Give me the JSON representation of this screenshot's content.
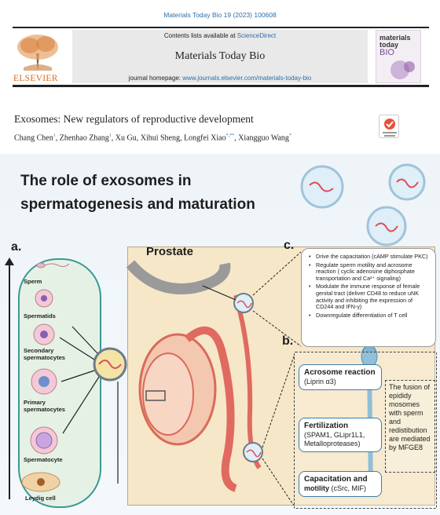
{
  "header": {
    "journal_ref": "Materials Today Bio 19 (2023) 100608",
    "contents_prefix": "Contents lists available at ",
    "contents_link": "ScienceDirect",
    "journal_title": "Materials Today Bio",
    "homepage_prefix": "journal homepage: ",
    "homepage_url": "www.journals.elsevier.com/materials-today-bio",
    "publisher": "ELSEVIER",
    "cover_line1": "materials",
    "cover_line2": "today",
    "cover_line3": "BIO"
  },
  "article": {
    "title": "Exosomes: New regulators of reproductive development",
    "authors": [
      {
        "name": "Chang Chen",
        "sup": "1"
      },
      {
        "name": "Zhenhao Zhang",
        "sup": "1"
      },
      {
        "name": "Xu Gu",
        "sup": ""
      },
      {
        "name": "Xihui Sheng",
        "sup": ""
      },
      {
        "name": "Longfei Xiao",
        "sup": "*,**"
      },
      {
        "name": "Xiangguo Wang",
        "sup": "*"
      }
    ],
    "check_badge": "Check for updates"
  },
  "abstract_figure": {
    "title_line1": "The role of exosomes in",
    "title_line2": "spermatogenesis and maturation",
    "label_a": "a.",
    "label_b": "b.",
    "label_c": "c.",
    "prostate": "Prostate",
    "cells": {
      "sperm": "Sperm",
      "spermatids": "Spermatids",
      "secondary": "Secondary spermatocytes",
      "primary": "Primary spermatocytes",
      "spermatocyte": "Spermatocyte",
      "leydig": "Leydig cell"
    },
    "panel_c_items": [
      "Drive the capacitation (cAMP stimulate PKC)",
      "Regulate sperm motility and acrosome reaction ( cyclic adenosine diphosphate transportation and Ca²⁺ signaling)",
      "Modulate the immune response of female genital tract (deliver CD48 to reduce uNK activity and inhibiting the expression of CD244 and IFN-γ)",
      "Downregulate differentiation of T cell"
    ],
    "acrosome": {
      "title": "Acrosome reaction",
      "sub": "(Liprin α3)"
    },
    "fertilization": {
      "title": "Fertilization",
      "sub": "(SPAM1, GLipr1L1, Metalloproteases)"
    },
    "capacitation": {
      "title": "Capacitation and",
      "title2": "motility",
      "sub": " (cSrc, MIF)"
    },
    "fusion_note": "The fusion of epididy mosomes with sperm and redistibution are mediated by MFGE8"
  },
  "colors": {
    "link": "#2a6fa8",
    "elsevier_orange": "#e06a1b",
    "panel_bg": "#f6e7c9",
    "exosome_red": "#e04b5a",
    "teal_border": "#3a9a92"
  }
}
